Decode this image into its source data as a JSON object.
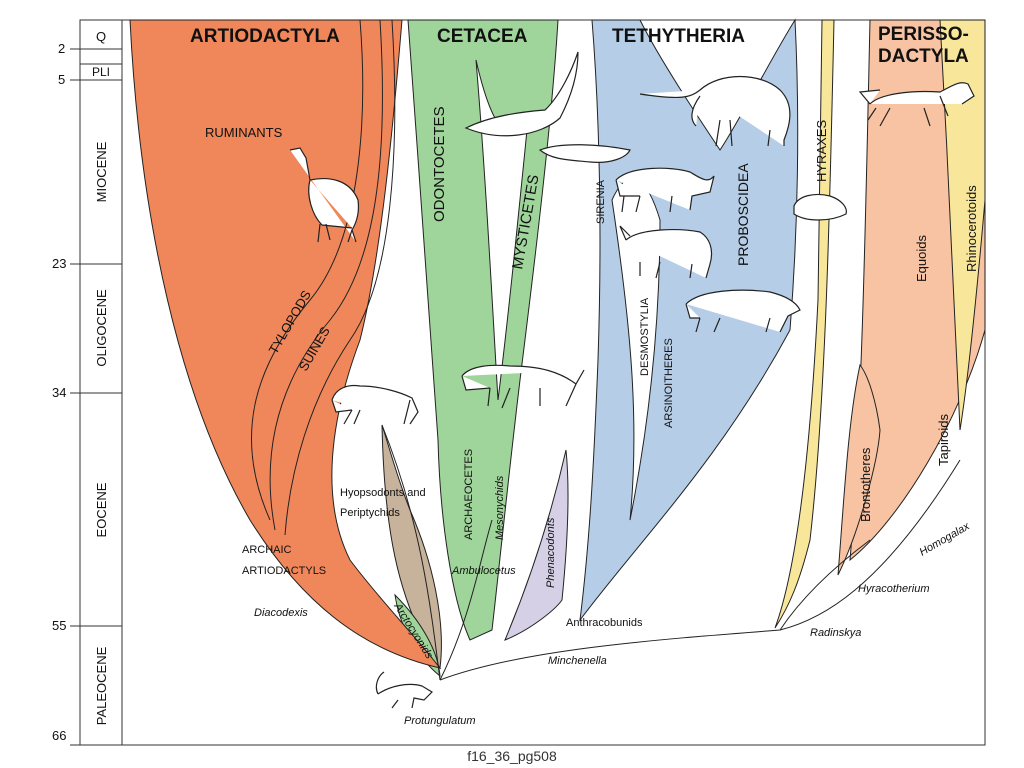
{
  "caption": "f16_36_pg508",
  "timescale": {
    "ticks": [
      {
        "label": "2"
      },
      {
        "label": "5"
      },
      {
        "label": "23"
      },
      {
        "label": "34"
      },
      {
        "label": "55"
      },
      {
        "label": "66"
      }
    ],
    "epochs": [
      {
        "label": "Q"
      },
      {
        "label": "PLI"
      },
      {
        "label": "MIOCENE"
      },
      {
        "label": "OLIGOCENE"
      },
      {
        "label": "EOCENE"
      },
      {
        "label": "PALEOCENE"
      }
    ]
  },
  "headings": {
    "artiodactyla": "ARTIODACTYLA",
    "cetacea": "CETACEA",
    "tethytheria": "TETHYTHERIA",
    "perisso_line1": "PERISSO-",
    "perisso_line2": "DACTYLA"
  },
  "labels": {
    "ruminants": "RUMINANTS",
    "tylopods": "TYLOPODS",
    "suines": "SUINES",
    "archaic1": "ARCHAIC",
    "archaic2": "ARTIODACTYLS",
    "diacodexis": "Diacodexis",
    "hyops1": "Hyopsodonts and",
    "hyops2": "Periptychids",
    "arctocyonids": "Arctocyonids",
    "protungulatum": "Protungulatum",
    "odontocetes": "ODONTOCETES",
    "mysticetes": "MYSTICETES",
    "archaeocetes": "ARCHAEOCETES",
    "mesonychids": "Mesonychids",
    "ambulocetus": "Ambulocetus",
    "phenacodonts": "Phenacodonts",
    "minchenella": "Minchenella",
    "sirenia": "SIRENIA",
    "desmostylia": "DESMOSTYLIA",
    "arsinoitheres": "ARSINOITHERES",
    "proboscidea": "PROBOSCIDEA",
    "anthracobunids": "Anthracobunids",
    "hyraxes": "HYRAXES",
    "brontotheres": "Brontotheres",
    "equoids": "Equoids",
    "tapiroids": "Tapiroids",
    "rhinocerotoids": "Rhinocerotoids",
    "hyracotherium": "Hyracotherium",
    "homogalax": "Homogalax",
    "radinskya": "Radinskya"
  },
  "colors": {
    "artiodactyla": "#f0875a",
    "cetacea": "#9fd49a",
    "tethytheria": "#b5cde6",
    "hyraxes": "#f8e79a",
    "perissodactyla": "#f7c3a3",
    "hyopsodonts": "#c7b39b",
    "phenacodonts": "#d5d0e6",
    "arctocyonids": "#9fd49a"
  },
  "icons": [
    "camel-icon",
    "whale-icon",
    "seal-icon",
    "hyaenodont-icon",
    "mesonychid-icon",
    "mammoth-icon",
    "desmostylian-icon",
    "rhino-icon",
    "hippo-icon",
    "hyrax-icon",
    "horse-icon",
    "protungulatum-icon"
  ]
}
